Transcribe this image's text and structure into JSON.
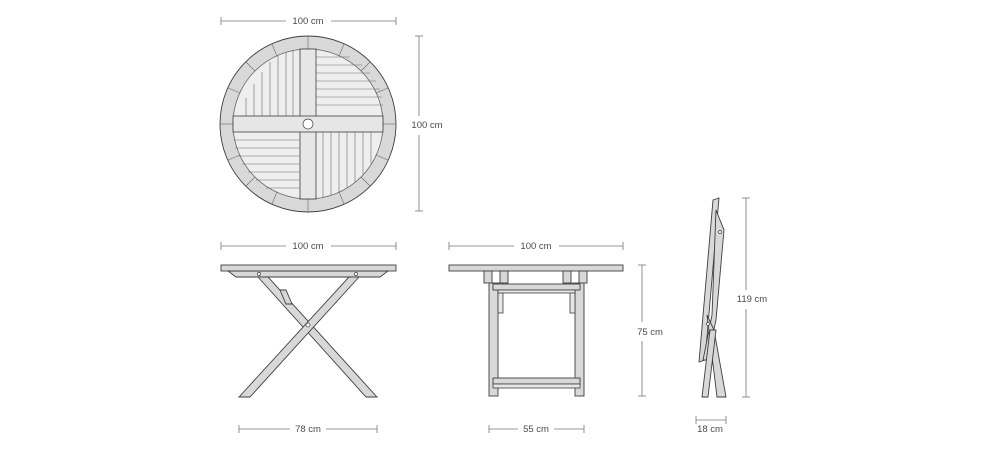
{
  "dimensions": {
    "top_view_width": "100 cm",
    "top_view_depth": "100 cm",
    "side_view_width": "100 cm",
    "side_view_base": "78 cm",
    "front_view_width": "100 cm",
    "front_view_height": "75 cm",
    "front_view_base": "55 cm",
    "folded_height": "119 cm",
    "folded_depth": "18 cm"
  },
  "colors": {
    "wood_fill": "#d8d8d8",
    "outline": "#3e3e3e",
    "dimension_line": "#777777",
    "text": "#4a4a4a"
  }
}
